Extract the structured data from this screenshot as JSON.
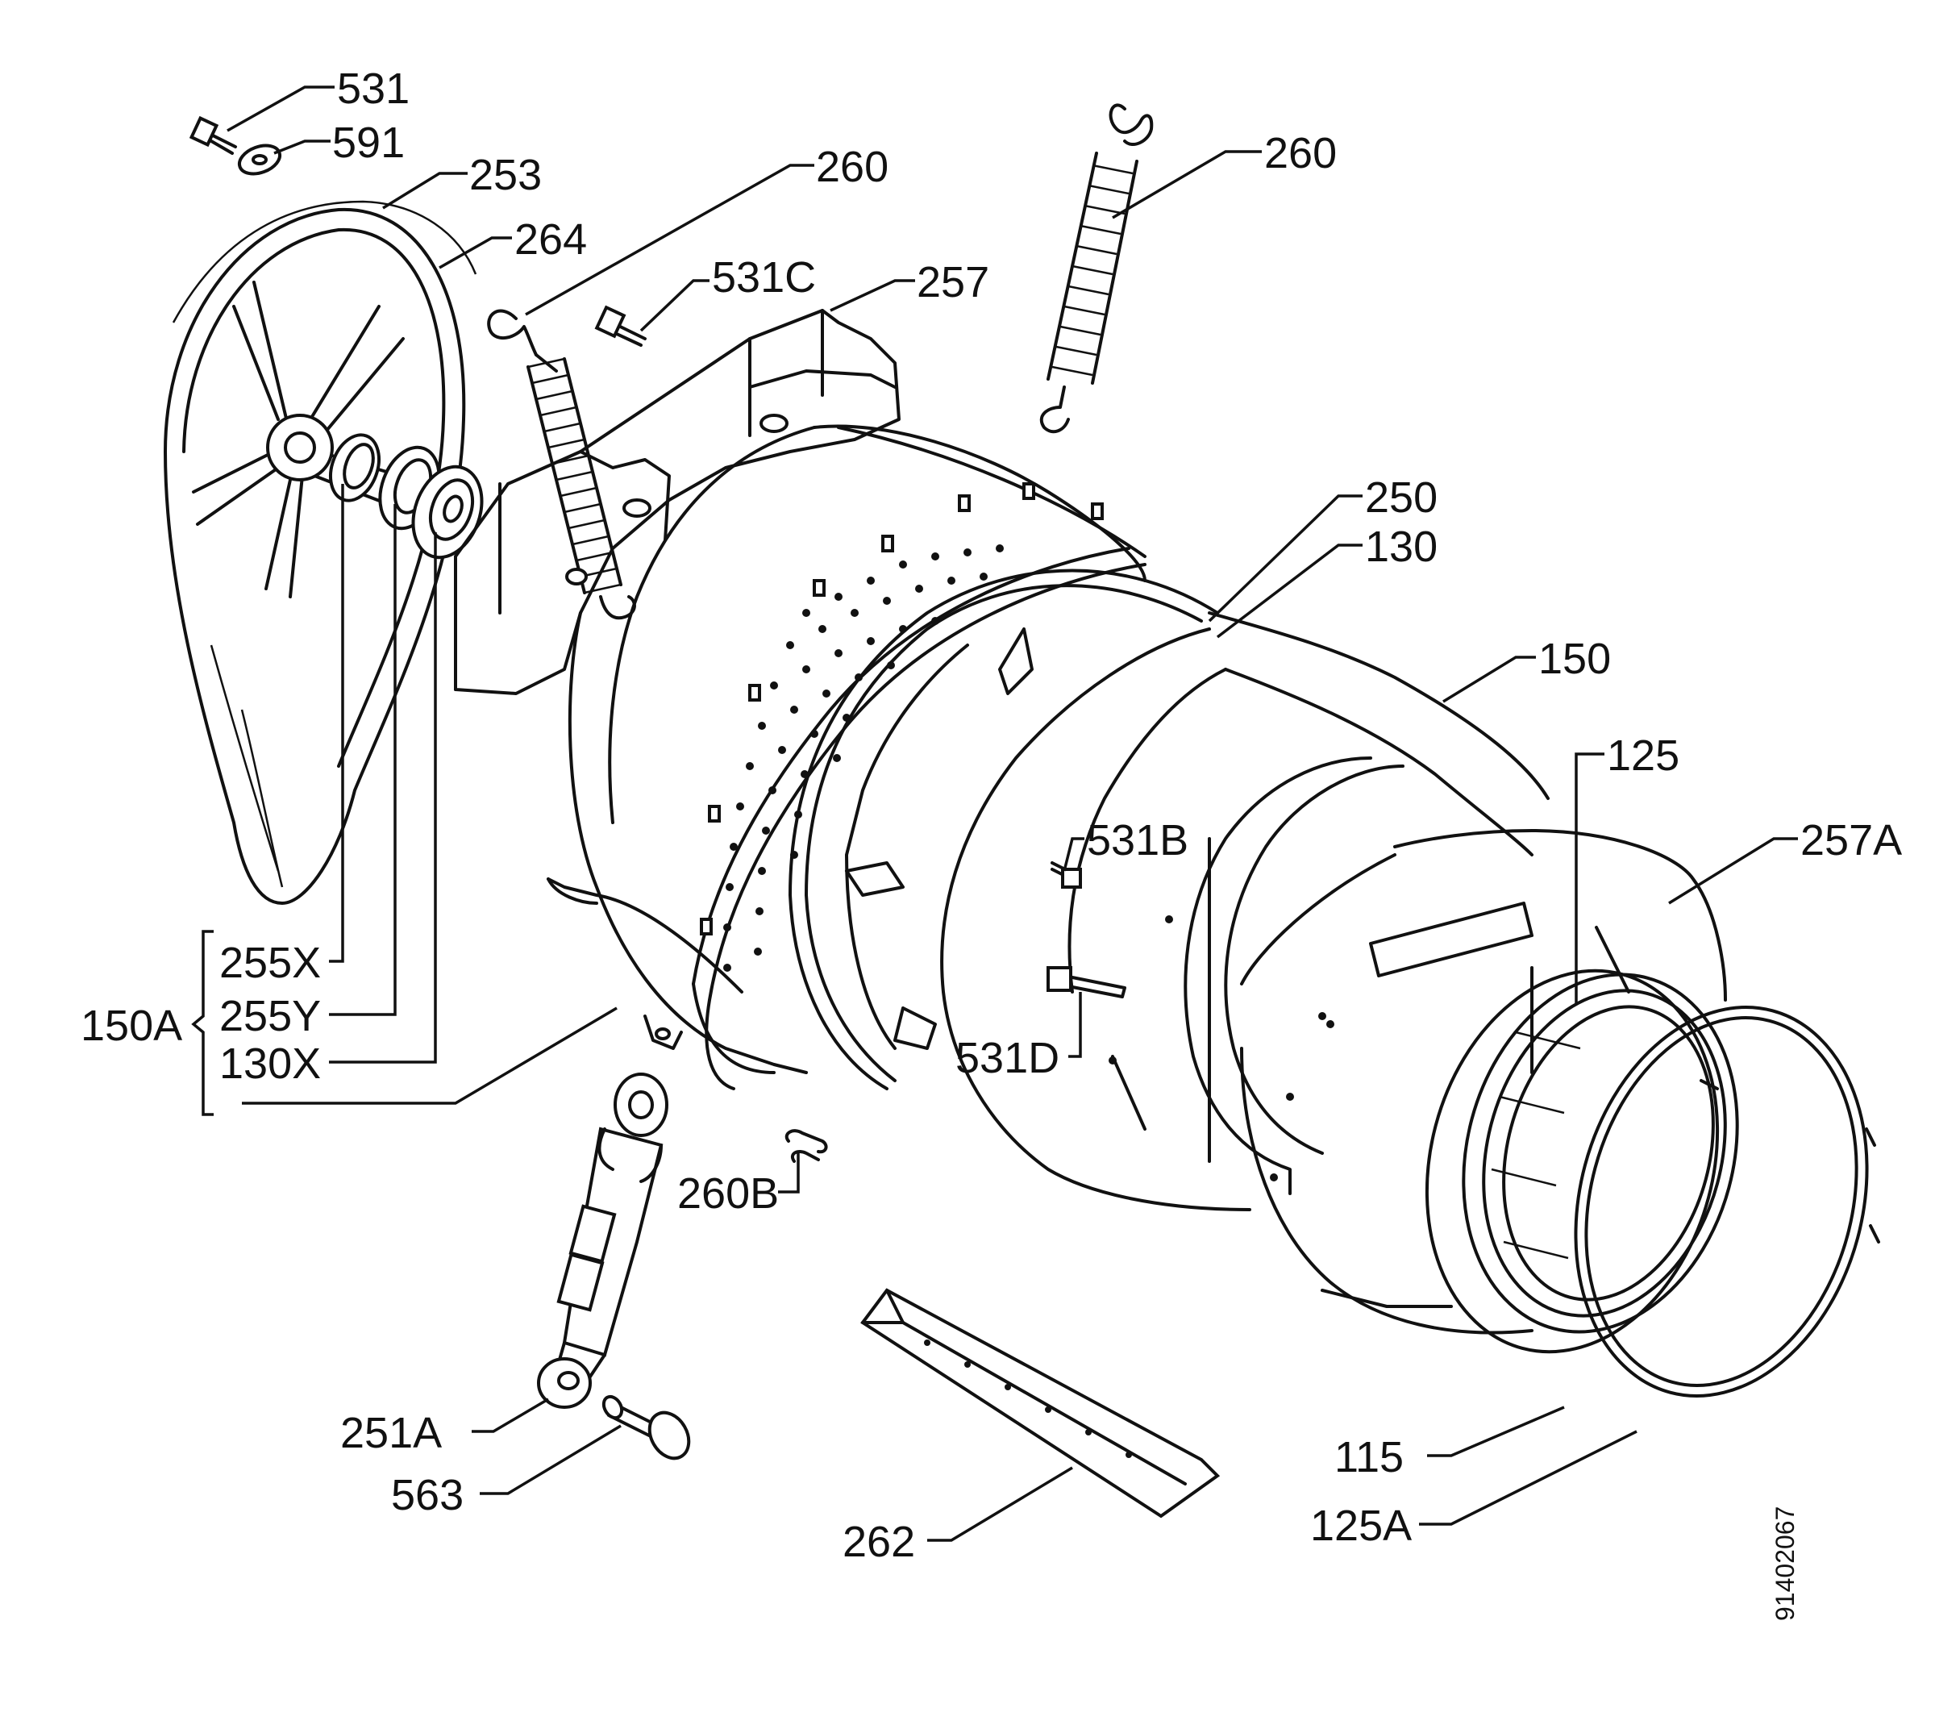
{
  "labels": {
    "l531": "531",
    "l591": "591",
    "l253": "253",
    "l264": "264",
    "l260_mid": "260",
    "l531c": "531C",
    "l257": "257",
    "l260_right": "260",
    "l250": "250",
    "l130": "130",
    "l150": "150",
    "l125": "125",
    "l257a": "257A",
    "l531b": "531B",
    "l255x": "255X",
    "l255y": "255Y",
    "l150a": "150A",
    "l130x": "130X",
    "l531d": "531D",
    "l260b": "260B",
    "l251a": "251A",
    "l563": "563",
    "l262": "262",
    "l115": "115",
    "l125a": "125A"
  },
  "drawing_code": "91402067"
}
